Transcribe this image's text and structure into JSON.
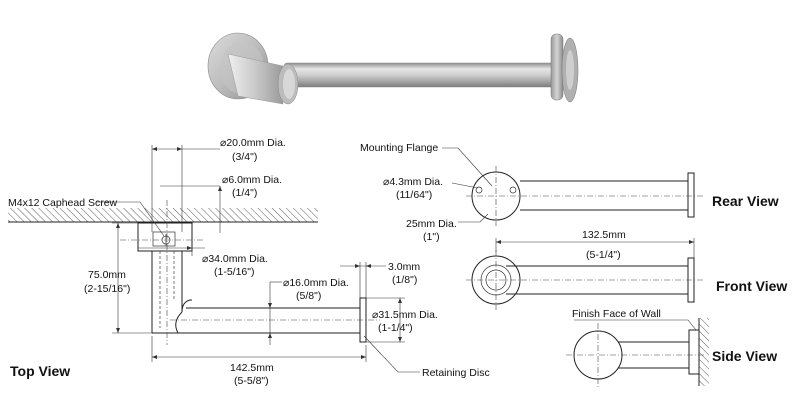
{
  "views": {
    "top": "Top View",
    "rear": "Rear View",
    "front": "Front View",
    "side": "Side View"
  },
  "callouts": {
    "caphead_screw": "M4x12 Caphead Screw",
    "mounting_flange": "Mounting Flange",
    "retaining_disc": "Retaining Disc",
    "finish_face_of_wall": "Finish Face of Wall"
  },
  "dimensions": {
    "d20_mm": "⌀20.0mm Dia.",
    "d20_in": "(3/4\")",
    "d6_mm": "⌀6.0mm Dia.",
    "d6_in": "(1/4\")",
    "d34_mm": "⌀34.0mm Dia.",
    "d34_in": "(1-5/16\")",
    "h75_mm": "75.0mm",
    "h75_in": "(2-15/16\")",
    "d16_mm": "⌀16.0mm Dia.",
    "d16_in": "(5/8\")",
    "t3_mm": "3.0mm",
    "t3_in": "(1/8\")",
    "d31_mm": "⌀31.5mm Dia.",
    "d31_in": "(1-1/4\")",
    "l142_mm": "142.5mm",
    "l142_in": "(5-5/8\")",
    "d43_mm": "⌀4.3mm Dia.",
    "d43_in": "(11/64\")",
    "d25_mm": "25mm Dia.",
    "d25_in": "(1\")",
    "l132_mm": "132.5mm",
    "l132_in": "(5-1/4\")"
  },
  "colors": {
    "metal_light": "#e4e4e4",
    "metal_mid": "#b8b8b8",
    "metal_dark": "#8a8a8a",
    "line": "#222222"
  }
}
